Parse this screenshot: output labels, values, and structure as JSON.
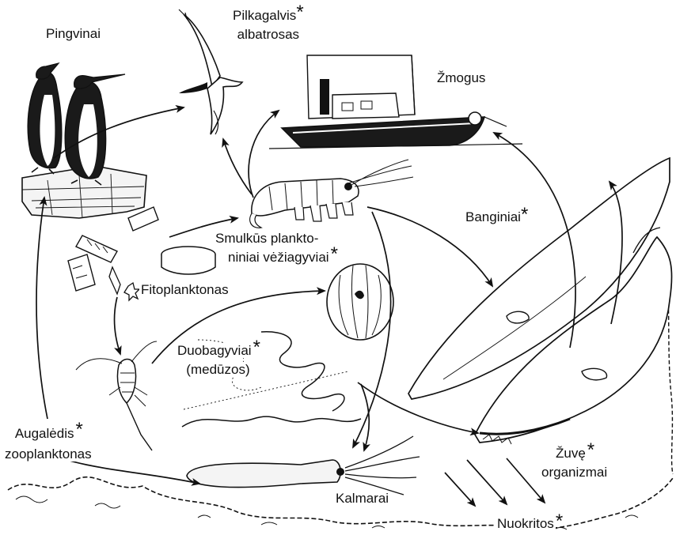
{
  "labels": {
    "albatross": {
      "line1": "Pilkagalvis",
      "line2": "albatrosas",
      "star": "*"
    },
    "penguins": {
      "text": "Pingvinai"
    },
    "human": {
      "text": "Žmogus"
    },
    "whales": {
      "text": "Banginiai",
      "star": "*"
    },
    "krill": {
      "line1": "Smulkūs plankto-",
      "line2": "niniai vėžiagyviai",
      "star": "*"
    },
    "phytoplankton": {
      "text": "Fitoplanktonas"
    },
    "jellyfish": {
      "line1": "Duobagyviai",
      "line2": "(medūzos)",
      "star": "*"
    },
    "zooplankton": {
      "line1": "Augalėdis",
      "line2": "zooplanktonas",
      "star": "*"
    },
    "squid": {
      "text": "Kalmarai"
    },
    "fish": {
      "line1": "Žuvę",
      "line2": "organizmai",
      "star": "*"
    },
    "detritus": {
      "text": "Nuokritos",
      "star": "*"
    }
  },
  "colors": {
    "ink": "#111111",
    "background": "#ffffff",
    "fill_light": "#f4f4f4"
  }
}
